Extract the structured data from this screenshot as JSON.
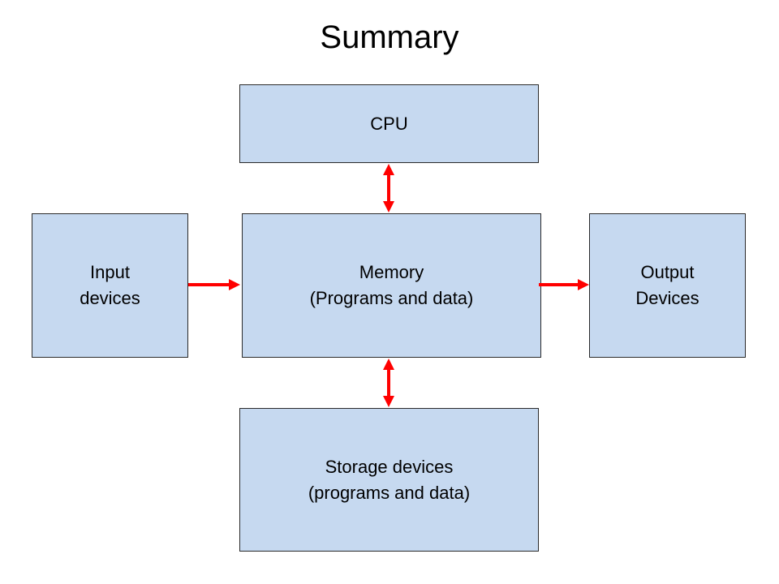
{
  "title": "Summary",
  "colors": {
    "box_fill": "#c6d9f0",
    "box_border": "#2a2a2a",
    "arrow": "#ff0000"
  },
  "boxes": {
    "cpu": {
      "lines": [
        "CPU"
      ]
    },
    "input": {
      "lines": [
        "Input",
        "devices"
      ]
    },
    "memory": {
      "lines": [
        "Memory",
        "(Programs and data)"
      ]
    },
    "output": {
      "lines": [
        "Output",
        "Devices"
      ]
    },
    "storage": {
      "lines": [
        "Storage devices",
        "(programs and data)"
      ]
    }
  },
  "connections": [
    {
      "from": "cpu",
      "to": "memory",
      "direction": "both"
    },
    {
      "from": "input",
      "to": "memory",
      "direction": "forward"
    },
    {
      "from": "memory",
      "to": "output",
      "direction": "forward"
    },
    {
      "from": "memory",
      "to": "storage",
      "direction": "both"
    }
  ]
}
